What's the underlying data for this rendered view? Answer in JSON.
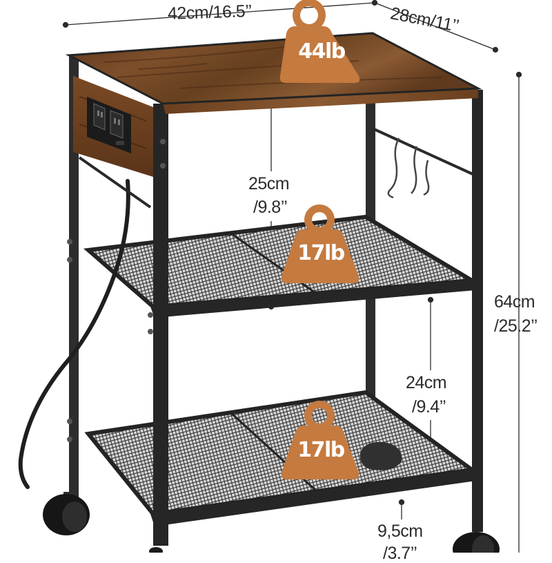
{
  "dimensions": {
    "width": "42cm/16.5’’",
    "depth": "28cm/11’’",
    "middle_shelf_gap_cm": "25cm",
    "middle_shelf_gap_in": "/9.8’’",
    "lower_shelf_gap_cm": "24cm",
    "lower_shelf_gap_in": "/9.4’’",
    "total_height_cm": "64cm",
    "total_height_in": "/25.2’’",
    "wheel_height_cm": "9,5cm",
    "wheel_height_in": "/3.7’’"
  },
  "load_capacity": {
    "top_shelf": "44lb",
    "middle_shelf": "17lb",
    "bottom_shelf": "17lb"
  },
  "colors": {
    "badge": "#c57a3f",
    "frame": "#2a2a2a",
    "wood": "#7a4a26",
    "dimension_line": "#2b2b2b"
  },
  "icons": [
    "weight-icon",
    "power-outlet-icon",
    "s-hook-icon",
    "caster-wheel-icon"
  ]
}
